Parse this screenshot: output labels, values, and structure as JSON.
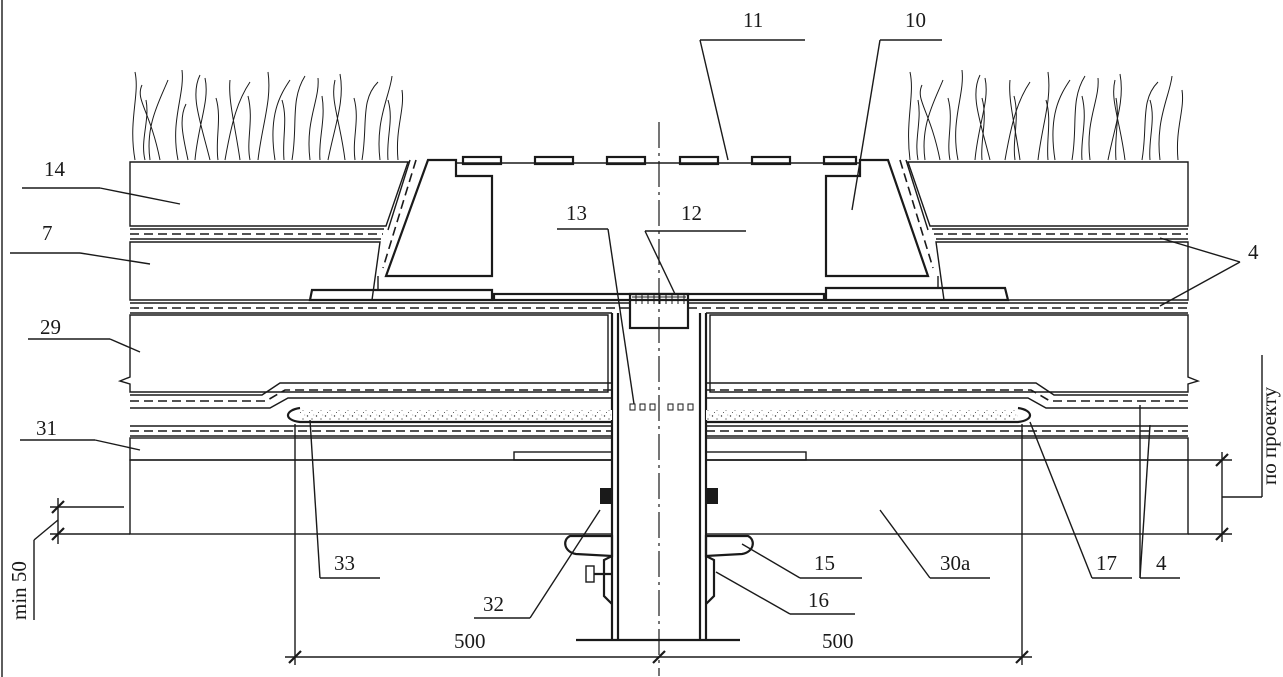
{
  "labels": {
    "l11": "11",
    "l10": "10",
    "l14": "14",
    "l13": "13",
    "l12": "12",
    "l7": "7",
    "l4a": "4",
    "l29": "29",
    "l31": "31",
    "l4b": "4",
    "l17": "17",
    "l33": "33",
    "l32": "32",
    "l15": "15",
    "l16": "16",
    "l30a": "30а",
    "dim_left": "500",
    "dim_right": "500",
    "dim_min": "min 50",
    "dim_project": "по проекту"
  }
}
